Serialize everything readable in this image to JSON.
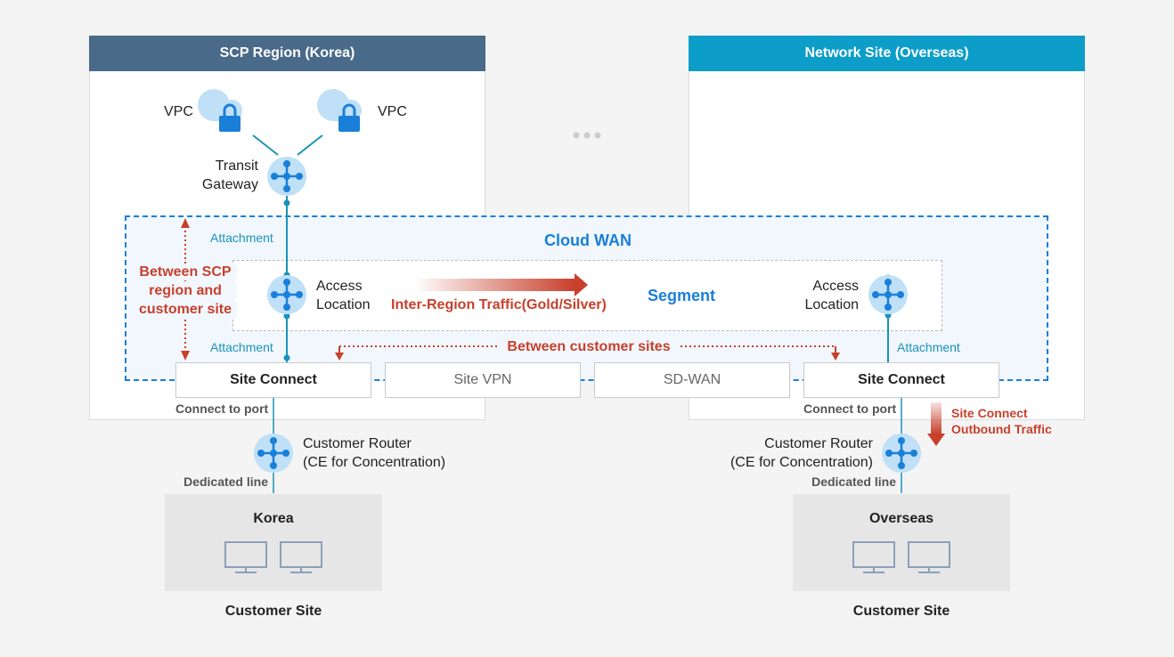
{
  "regions": {
    "left_title": "SCP Region (Korea)",
    "right_title": "Network Site (Overseas)",
    "left_header_color": "#4a6a8a",
    "right_header_color": "#0d9dc9"
  },
  "vpc": {
    "left_label": "VPC",
    "right_label": "VPC"
  },
  "transit_gateway": {
    "line1": "Transit",
    "line2": "Gateway"
  },
  "cloud_wan": {
    "title": "Cloud WAN",
    "segment": "Segment",
    "accent": "#1a7fd8"
  },
  "attachment": {
    "top_left": "Attachment",
    "bottom_left": "Attachment",
    "bottom_right": "Attachment"
  },
  "access_location": {
    "left_line1": "Access",
    "left_line2": "Location",
    "right_line1": "Access",
    "right_line2": "Location"
  },
  "traffic": {
    "inter_region": "Inter-Region Traffic(Gold/Silver)",
    "between_scp_line1": "Between SCP",
    "between_scp_line2": "region and",
    "between_scp_line3": "customer site",
    "between_sites": "Between customer sites",
    "outbound_line1": "Site Connect",
    "outbound_line2": "Outbound Traffic",
    "color": "#c8402c"
  },
  "connectors": {
    "site_connect_left": "Site Connect",
    "site_vpn": "Site VPN",
    "sd_wan": "SD-WAN",
    "site_connect_right": "Site Connect"
  },
  "ports": {
    "left": "Connect to port",
    "right": "Connect to port"
  },
  "customer_router": {
    "left_line1": "Customer Router",
    "left_line2": "(CE for Concentration)",
    "right_line1": "Customer Router",
    "right_line2": "(CE for Concentration)"
  },
  "dedicated_line": {
    "left": "Dedicated line",
    "right": "Dedicated line"
  },
  "customer_sites": {
    "left_name": "Korea",
    "right_name": "Overseas",
    "left_caption": "Customer Site",
    "right_caption": "Customer Site"
  },
  "icons": {
    "router": "router-hub-icon",
    "vpc": "cloud-lock-icon",
    "monitor": "monitor-icon",
    "ellipsis": "ellipsis-icon"
  }
}
